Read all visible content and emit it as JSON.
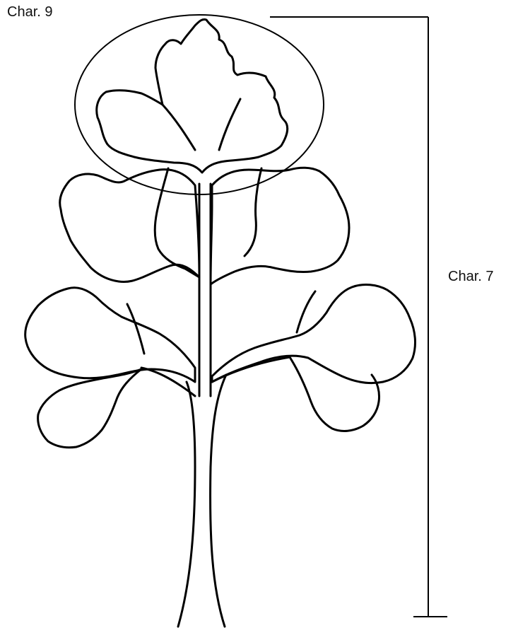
{
  "labels": {
    "char9": "Char. 9",
    "char7": "Char. 7"
  },
  "colors": {
    "background": "#ffffff",
    "ink": "#000000"
  },
  "icons": {
    "leaf": "compound-leaf-drawing",
    "ellipse": "highlight-ellipse",
    "bracket": "height-bracket"
  }
}
